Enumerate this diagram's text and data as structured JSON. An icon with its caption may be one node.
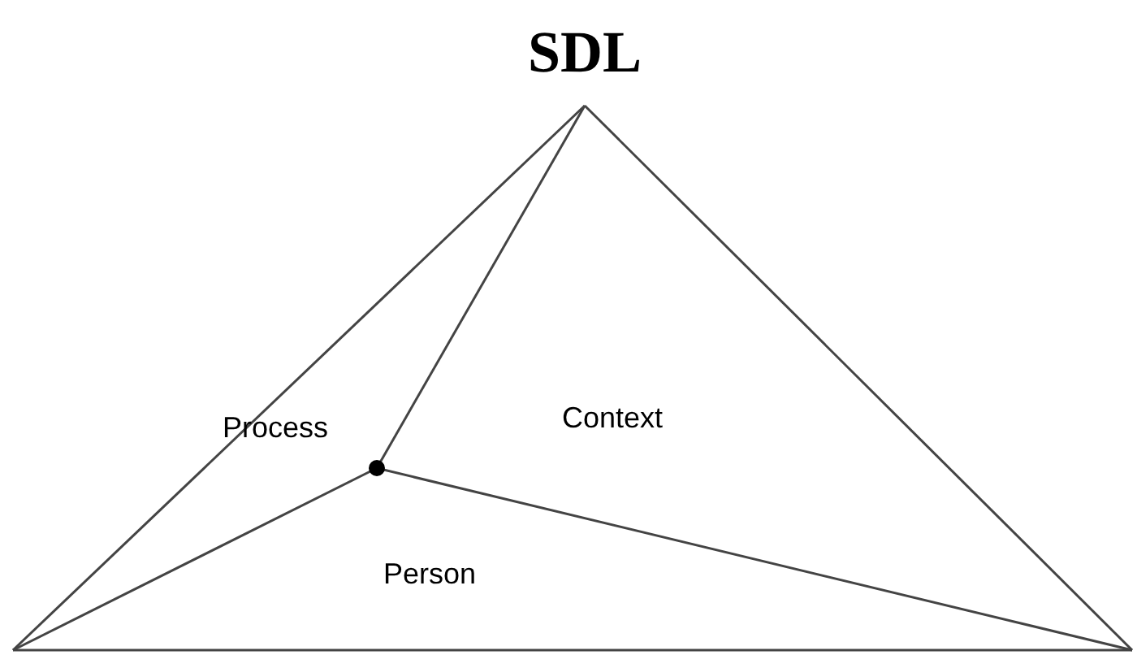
{
  "diagram": {
    "title": "SDL",
    "labels": [
      "Process",
      "Context",
      "Person"
    ]
  }
}
